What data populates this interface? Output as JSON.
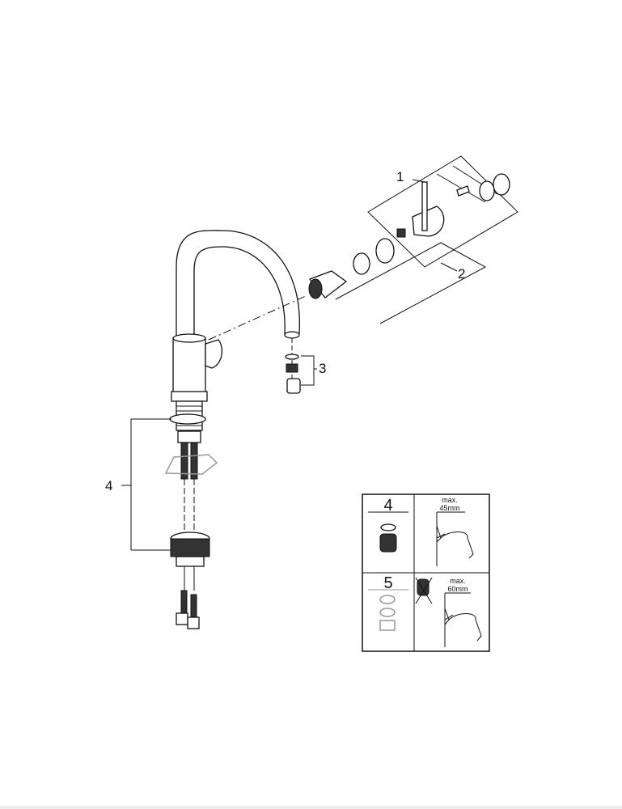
{
  "diagram": {
    "callouts": [
      {
        "id": "1",
        "label": "1"
      },
      {
        "id": "2",
        "label": "2"
      },
      {
        "id": "3",
        "label": "3"
      },
      {
        "id": "4",
        "label": "4"
      }
    ],
    "install_table": {
      "rows": [
        {
          "number": "4",
          "max_label": "max.",
          "max_value": "45mm"
        },
        {
          "number": "5",
          "max_label": "max.",
          "max_value": "60mm"
        }
      ]
    }
  }
}
